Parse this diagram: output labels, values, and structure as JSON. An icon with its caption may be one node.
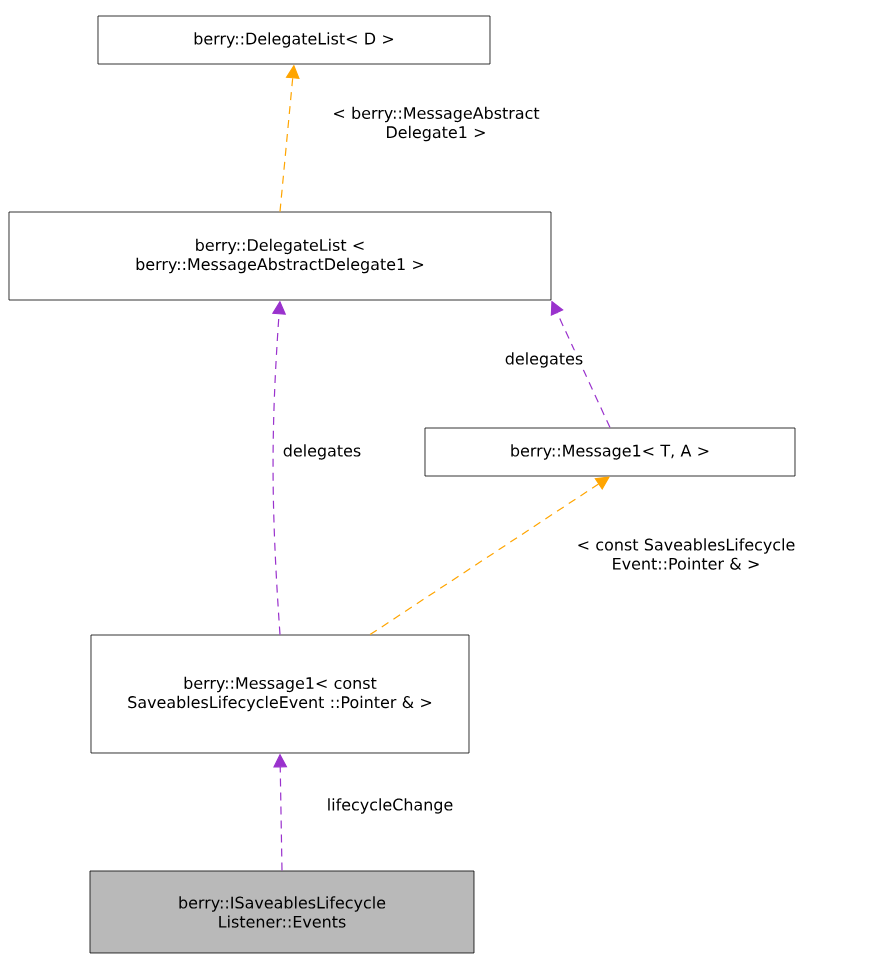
{
  "diagram": {
    "nodes": [
      {
        "text": [
          "berry::DelegateList< D >"
        ]
      },
      {
        "text": [
          "berry::DelegateList < berry::MessageAbstractDelegate1 >"
        ]
      },
      {
        "text": [
          "berry::Message1< T, A >"
        ]
      },
      {
        "text": [
          "berry::Message1< const SaveablesLifecycleEvent ::Pointer & >"
        ]
      },
      {
        "text": [
          "berry::ISaveablesLifecycle Listener::Events"
        ]
      }
    ],
    "edges": [
      {
        "from": 1,
        "to": 0,
        "arrow": "to",
        "label": "< berry::MessageAbstract Delegate1 >",
        "style": "dashed",
        "color": "#ffa500"
      },
      {
        "from": 2,
        "to": 1,
        "arrow": "to",
        "label": "delegates",
        "style": "dashed",
        "color": "#9a32cd"
      },
      {
        "from": 3,
        "to": 1,
        "arrow": "to",
        "label": "delegates",
        "style": "dashed",
        "color": "#9a32cd"
      },
      {
        "from": 3,
        "to": 2,
        "arrow": "to",
        "label": "< const SaveablesLifecycle Event::Pointer & >",
        "style": "dashed",
        "color": "#ffa500"
      },
      {
        "from": 4,
        "to": 3,
        "arrow": "to",
        "label": "lifecycleChange",
        "style": "dashed",
        "color": "#9a32cd"
      }
    ]
  }
}
